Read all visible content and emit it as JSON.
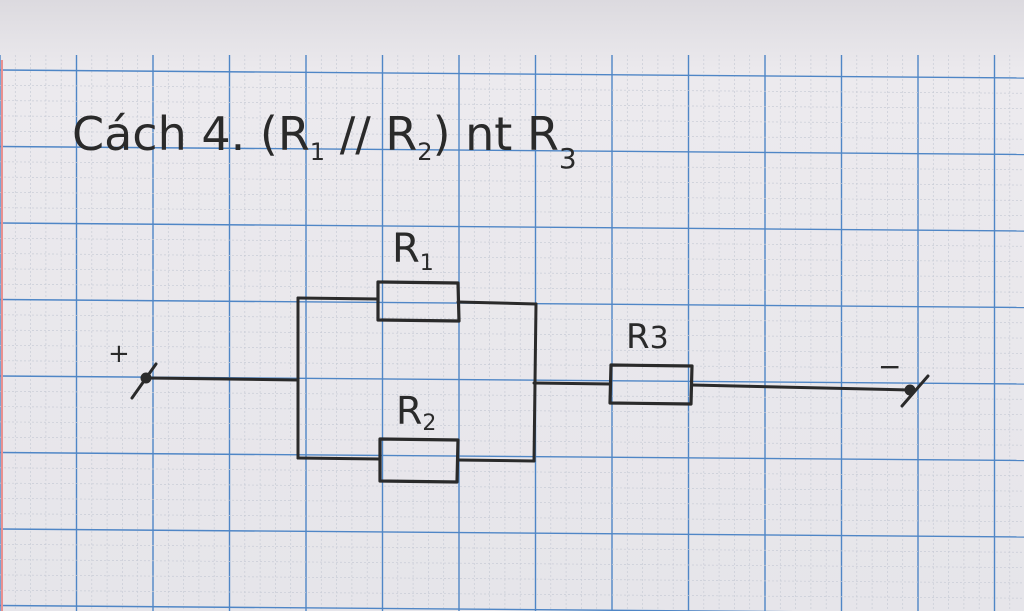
{
  "heading": {
    "text_main": "Cách 4. (R",
    "sub_r1": "1",
    "text_parallel": " // R",
    "sub_r2": "2",
    "text_series": ") nt R",
    "sub_r3": "3"
  },
  "terminals": {
    "positive": "+",
    "negative": "−"
  },
  "resistors": {
    "r1": {
      "name": "R",
      "sub": "1"
    },
    "r2": {
      "name": "R",
      "sub": "2"
    },
    "r3": {
      "name": "R",
      "sub": "3"
    }
  },
  "colors": {
    "paper": "#ecebef",
    "grid_minor": "#c8ccd6",
    "grid_major": "#4f86c6",
    "ink": "#2a2a2a",
    "margin_line": "#e89090"
  }
}
